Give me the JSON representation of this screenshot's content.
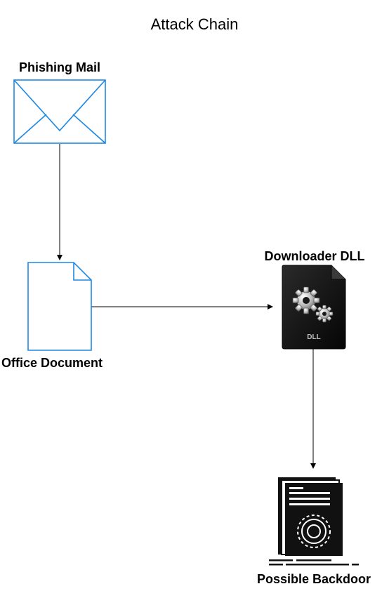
{
  "diagram": {
    "title": "Attack Chain",
    "nodes": {
      "phishing": {
        "label": "Phishing Mail",
        "icon": "envelope-icon"
      },
      "office": {
        "label": "Office Document",
        "icon": "document-icon"
      },
      "downloader": {
        "label": "Downloader DLL",
        "icon": "dll-file-icon",
        "badge": "DLL"
      },
      "backdoor": {
        "label": "Possible Backdoor",
        "icon": "gear-document-icon"
      }
    },
    "edges": [
      {
        "from": "phishing",
        "to": "office"
      },
      {
        "from": "office",
        "to": "downloader"
      },
      {
        "from": "downloader",
        "to": "backdoor"
      }
    ],
    "colors": {
      "outline": "#1e88e5",
      "dark_icon": "#111111",
      "text": "#000000"
    }
  }
}
